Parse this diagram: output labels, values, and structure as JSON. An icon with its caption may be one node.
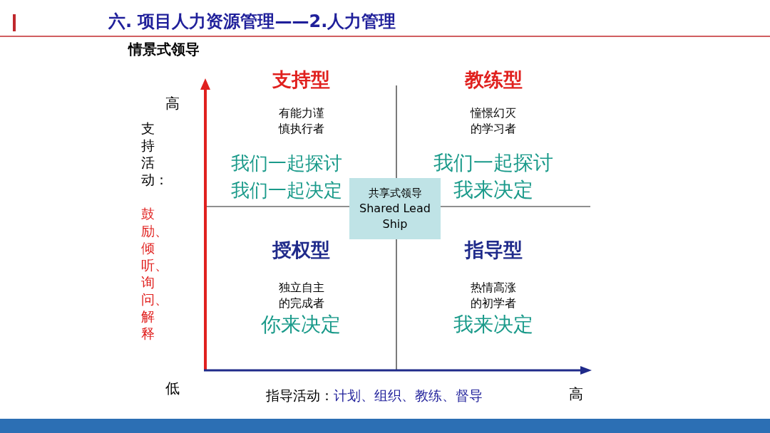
{
  "diagram": {
    "title": "六. 项目人力资源管理——2.人力管理",
    "nodes": [
      {
        "text": [
          "支持型",
          "有能力谨慎执行者",
          "我们一起探讨我们一起决定"
        ]
      },
      {
        "text": [
          "教练型",
          "憧憬幻灭的学习者",
          "我们一起探讨我来决定"
        ]
      },
      {
        "text": [
          "授权型",
          "独立自主的完成者",
          "你来决定"
        ]
      },
      {
        "text": [
          "指导型",
          "热情高涨的初学者",
          "我来决定"
        ]
      },
      {
        "text": [
          "共享式领导",
          "Shared Lead Ship"
        ]
      }
    ],
    "edges": [],
    "labels": [
      "情景式领导",
      "高",
      "支持活动：",
      "鼓励、倾听、询问、解释",
      "低",
      "指导活动：",
      "计划、组织、教练、督导",
      "高"
    ]
  }
}
